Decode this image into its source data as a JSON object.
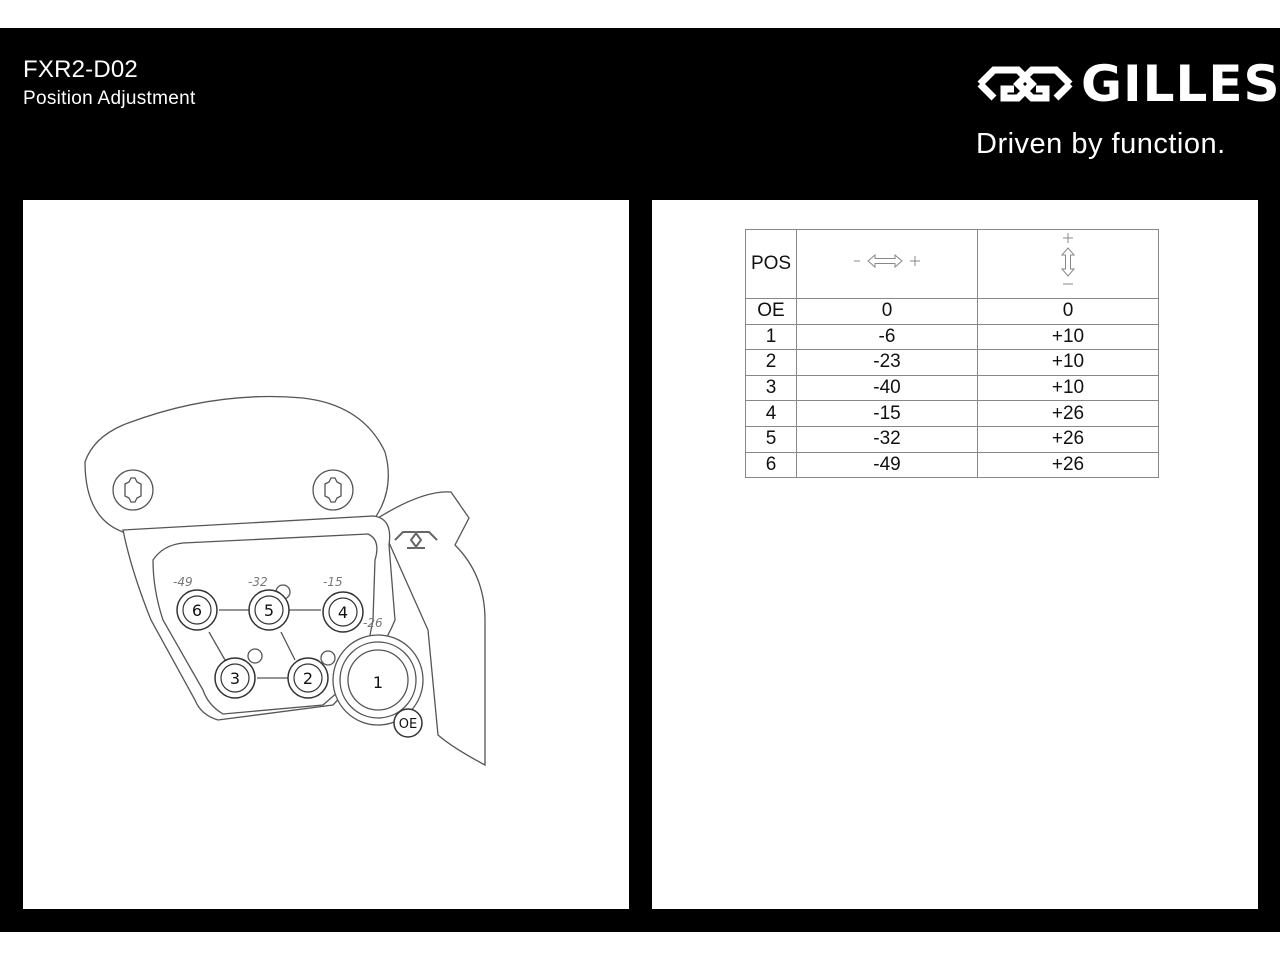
{
  "header": {
    "code": "FXR2-D02",
    "subtitle": "Position Adjustment",
    "brand": "GILLES",
    "tagline": "Driven by function."
  },
  "drawing": {
    "scale_labels": [
      "-49",
      "-32",
      "-15",
      "-26"
    ],
    "positions": [
      "6",
      "5",
      "4",
      "3",
      "2",
      "1",
      "OE"
    ]
  },
  "table": {
    "headers": {
      "pos": "POS",
      "horizontal_icon": "horizontal-arrow-icon",
      "horizontal_minus": "-",
      "horizontal_plus": "+",
      "vertical_icon": "vertical-arrow-icon",
      "vertical_plus": "+",
      "vertical_minus": "-"
    },
    "rows": [
      {
        "pos": "OE",
        "h": "0",
        "v": "0"
      },
      {
        "pos": "1",
        "h": "-6",
        "v": "+10"
      },
      {
        "pos": "2",
        "h": "-23",
        "v": "+10"
      },
      {
        "pos": "3",
        "h": "-40",
        "v": "+10"
      },
      {
        "pos": "4",
        "h": "-15",
        "v": "+26"
      },
      {
        "pos": "5",
        "h": "-32",
        "v": "+26"
      },
      {
        "pos": "6",
        "h": "-49",
        "v": "+26"
      }
    ]
  },
  "colors": {
    "background": "#000000",
    "panel": "#ffffff",
    "line": "#444444"
  }
}
